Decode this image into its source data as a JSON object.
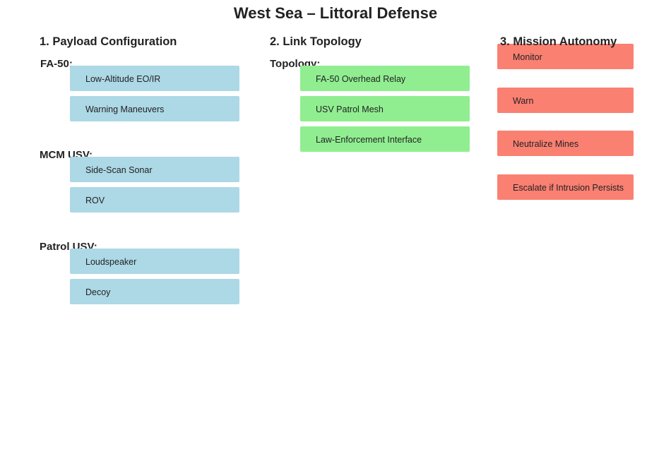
{
  "title": "West Sea – Littoral Defense",
  "colors": {
    "payload": "#add8e6",
    "link": "#90ee90",
    "autonomy": "#fa8072"
  },
  "sections": {
    "payload": {
      "title": "1. Payload Configuration",
      "groups": [
        {
          "label": "FA-50:",
          "items": [
            "Low-Altitude EO/IR",
            "Warning Maneuvers"
          ]
        },
        {
          "label": "MCM USV:",
          "items": [
            "Side-Scan Sonar",
            "ROV"
          ]
        },
        {
          "label": "Patrol USV:",
          "items": [
            "Loudspeaker",
            "Decoy"
          ]
        }
      ]
    },
    "link": {
      "title": "2. Link Topology",
      "label": "Topology:",
      "items": [
        "FA-50 Overhead Relay",
        "USV Patrol Mesh",
        "Law-Enforcement Interface"
      ]
    },
    "autonomy": {
      "title": "3. Mission Autonomy",
      "items": [
        "Monitor",
        "Warn",
        "Neutralize Mines",
        "Escalate if Intrusion Persists"
      ]
    }
  }
}
